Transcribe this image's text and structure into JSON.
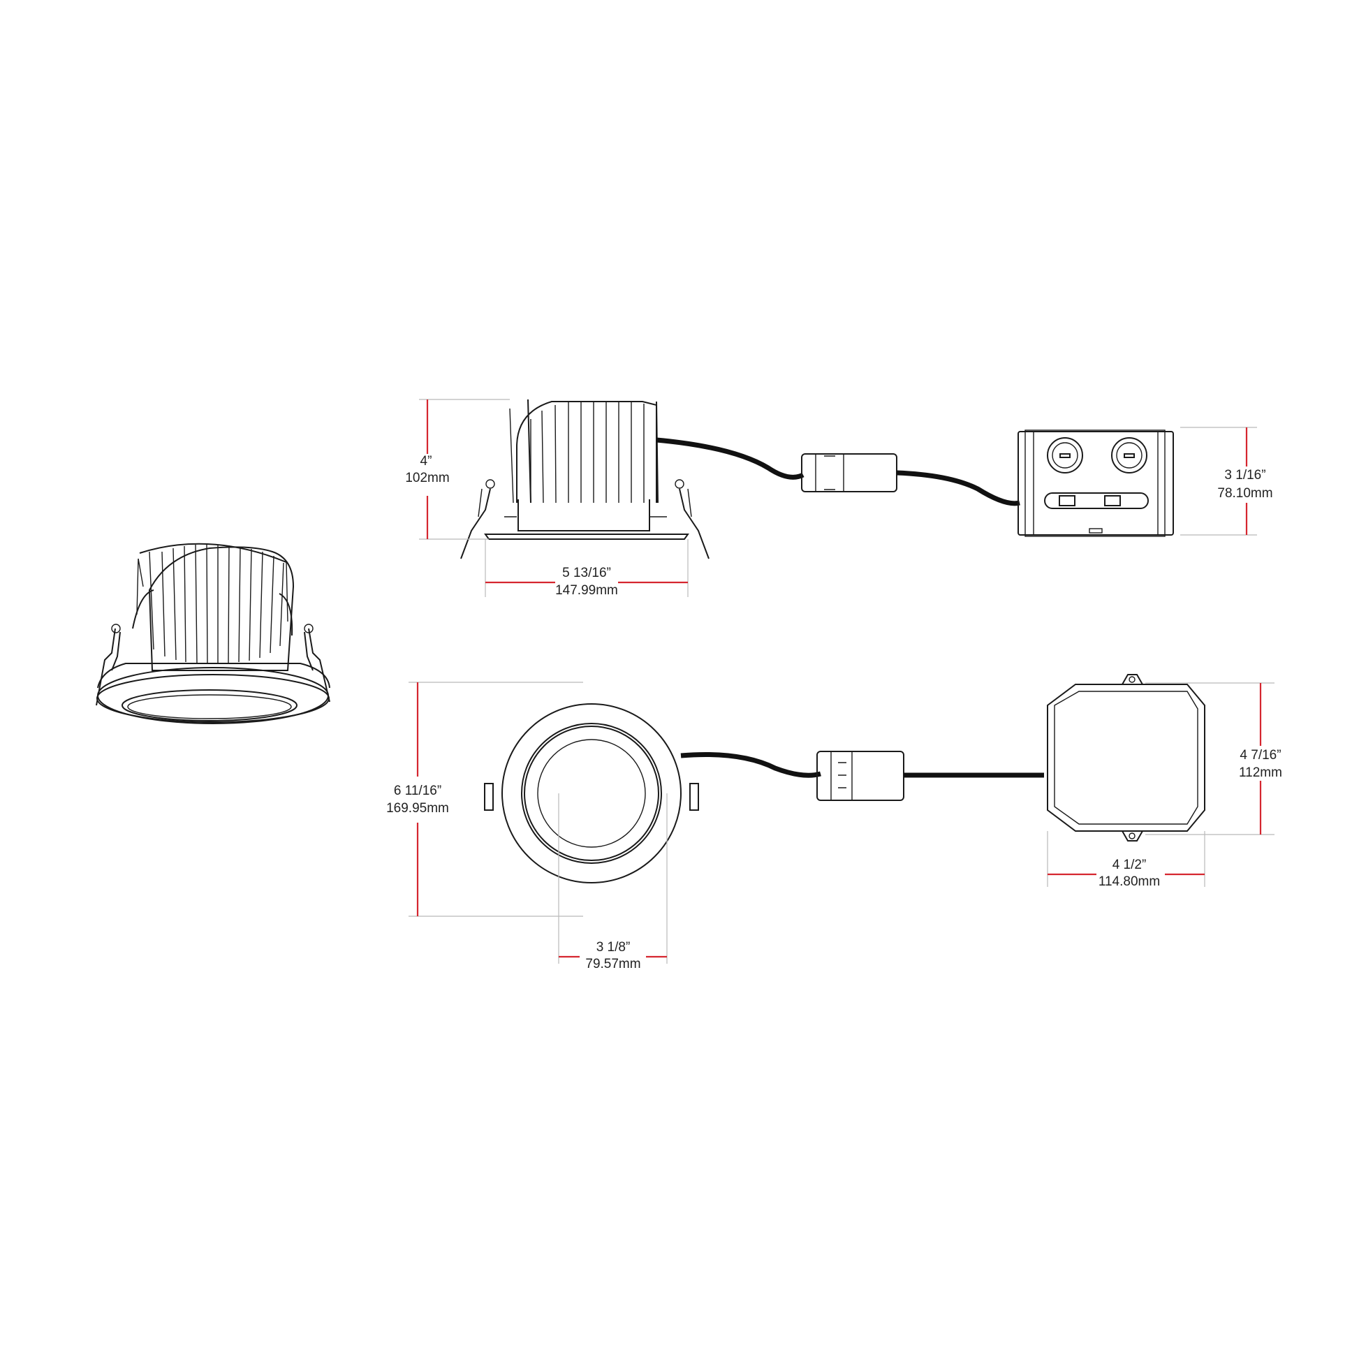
{
  "colors": {
    "dimension_line": "#d5262f",
    "extension_line": "#b9b9b9",
    "outline": "#1a1a1a",
    "background": "#ffffff"
  },
  "dimensions": {
    "side_height": {
      "imperial": "4”",
      "metric": "102mm"
    },
    "side_width": {
      "imperial": "5 13/16”",
      "metric": "147.99mm"
    },
    "junction_box_height": {
      "imperial": "3 1/16”",
      "metric": "78.10mm"
    },
    "trim_diameter": {
      "imperial": "6 11/16”",
      "metric": "169.95mm"
    },
    "aperture": {
      "imperial": "3 1/8”",
      "metric": "79.57mm"
    },
    "junction_box_depth": {
      "imperial": "4 7/16”",
      "metric": "112mm"
    },
    "junction_box_width": {
      "imperial": "4 1/2”",
      "metric": "114.80mm"
    }
  }
}
